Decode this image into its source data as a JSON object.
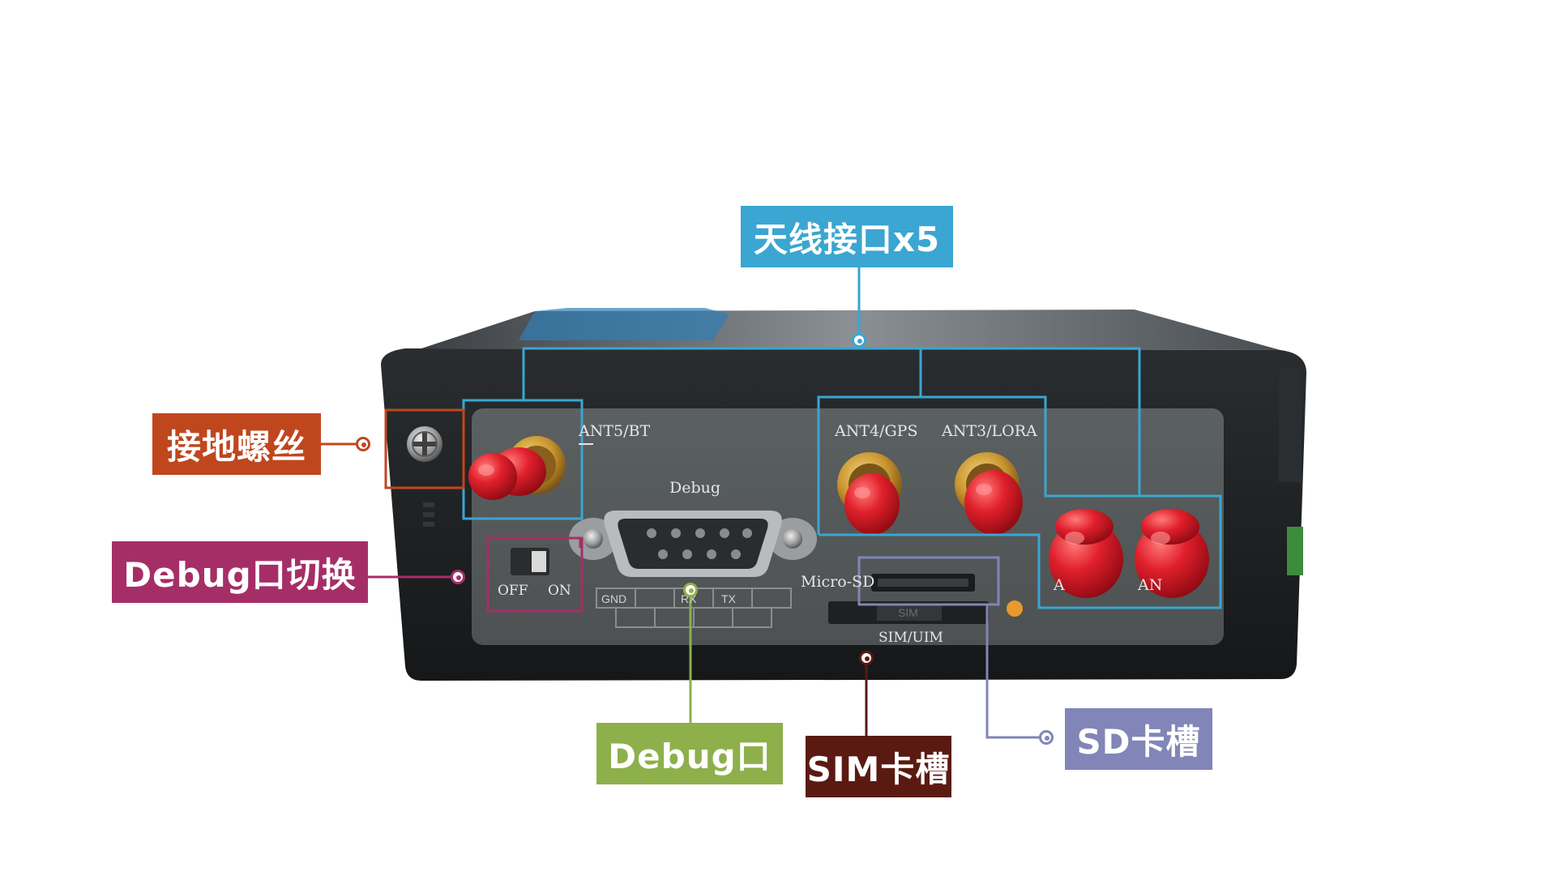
{
  "callouts": {
    "antenna": "天线接口x5",
    "ground_screw": "接地螺丝",
    "debug_switch": "Debug口切换",
    "debug_port": "Debug口",
    "sim_slot": "SIM卡槽",
    "sd_slot": "SD卡槽"
  },
  "panel_labels": {
    "ant5": "ANT5/BT",
    "ant4": "ANT4/GPS",
    "ant3": "ANT3/LORA",
    "ant2_partial": "A",
    "ant1_partial": "AN",
    "debug": "Debug",
    "off": "OFF",
    "on": "ON",
    "gnd": "GND",
    "rx": "RX",
    "tx": "TX",
    "micro_sd": "Micro-SD",
    "sim": "SIM",
    "sim_uim": "SIM/UIM"
  },
  "colors": {
    "antenna": "#3aa6d1",
    "ground_screw": "#c0461e",
    "debug_switch": "#a62e67",
    "debug_port": "#8db04b",
    "sim_slot": "#5a1a12",
    "sd_slot": "#8185b8",
    "device_body": "#1e2123",
    "panel_face": "#55595a",
    "antenna_cap": "#dd1c2a"
  }
}
